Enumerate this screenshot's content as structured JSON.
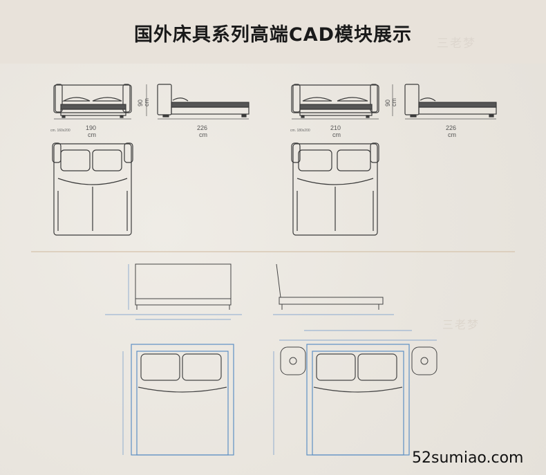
{
  "header": {
    "title": "国外床具系列高端CAD模块展示",
    "watermark": "三老梦"
  },
  "watermark_mid": "三老梦",
  "site": "52sumiao.com",
  "colors": {
    "sketch": "#3a3a3a",
    "blueprint": "#5d8fc4",
    "header_bg": "#e8e2da"
  },
  "set_left": {
    "width_label": "190",
    "width_unit": "cm",
    "height_label": "90",
    "height_unit": "cm",
    "depth_label": "226",
    "depth_unit": "cm",
    "size_note": "cm. 160x200"
  },
  "set_right": {
    "width_label": "210",
    "width_unit": "cm",
    "height_label": "90",
    "height_unit": "cm",
    "depth_label": "226",
    "depth_unit": "cm",
    "size_note": "cm. 180x200"
  }
}
